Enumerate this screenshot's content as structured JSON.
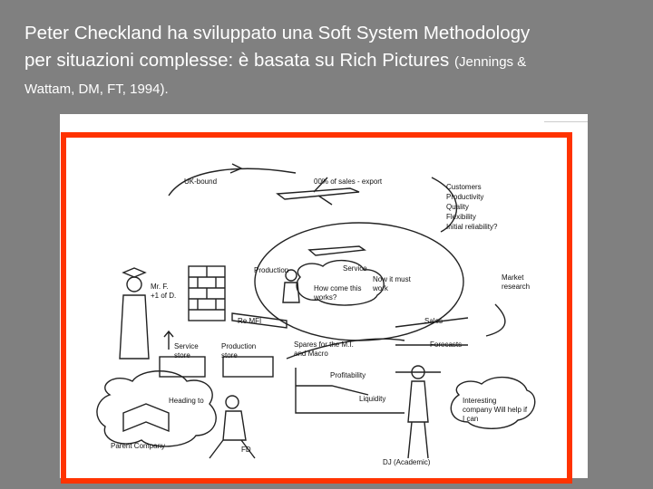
{
  "slide": {
    "title_line1": "Peter Checkland ha sviluppato una Soft System Methodology",
    "title_line2": "per situazioni complesse: è basata su Rich Pictures",
    "title_cite_part1": "(Jennings &",
    "title_cite_part2": "Wattam, DM, FT, 1994)."
  },
  "rich_picture": {
    "labels": {
      "uk_bound": "UK-bound",
      "export": "00% of sales - export",
      "customers": "Customers",
      "productivity": "Productivity",
      "quality": "Quality",
      "flexibility": "Flexibility",
      "reliability": "Initial reliability?",
      "production": "Production",
      "service": "Service",
      "how_work": "How come this works?",
      "now_it_must_work": "Now it must work",
      "market_research": "Market research",
      "md": "Mr. F.",
      "md2": "+1 of D.",
      "mfi": "Re MFI",
      "sales": "Sales",
      "forecasts": "Forecasts",
      "service_store": "Service store",
      "production_store": "Production store",
      "spares": "Spares for the M.I. and Macro",
      "profitability": "Profitability",
      "liquidity": "Liquidity",
      "heading_to": "Heading to",
      "parent_company": "Parent Company",
      "fd": "FD",
      "interesting": "Interesting company Will help if I can",
      "academic": "DJ (Academic)"
    }
  }
}
